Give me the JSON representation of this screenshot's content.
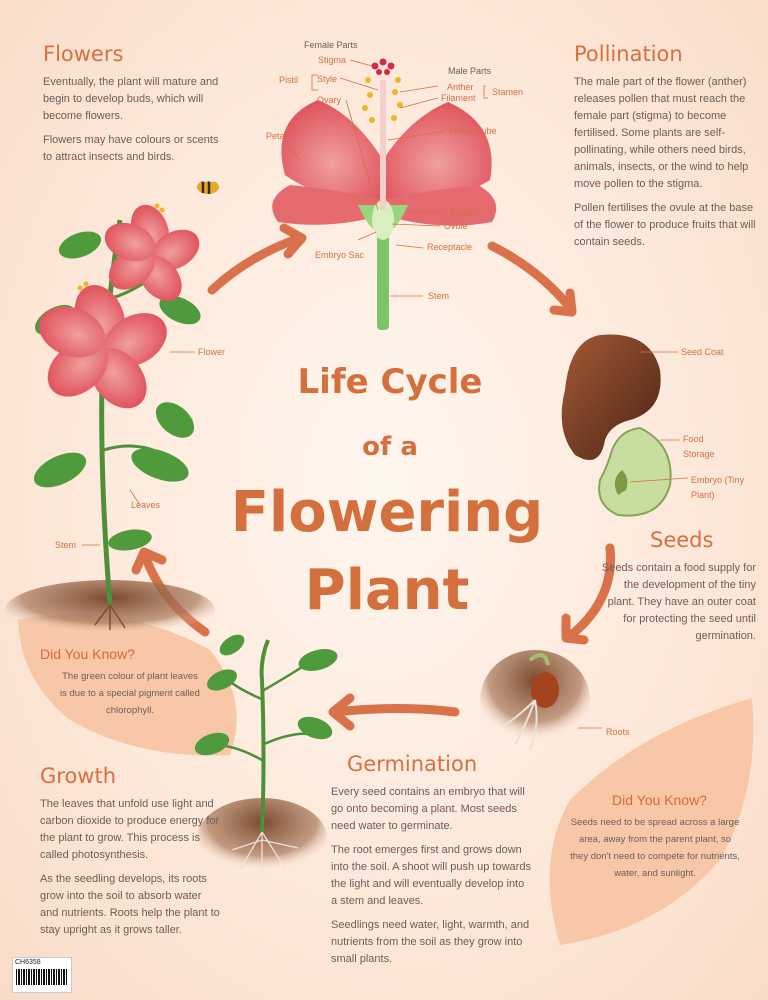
{
  "title": {
    "line1": "Life Cycle",
    "line2": "of a",
    "line3": "Flowering",
    "line4": "Plant"
  },
  "flowers": {
    "heading": "Flowers",
    "p1": "Eventually, the plant will mature and begin to develop buds, which will become flowers.",
    "p2": "Flowers may have colours or scents to attract insects and birds."
  },
  "pollination": {
    "heading": "Pollination",
    "p1": "The male part of the flower (anther) releases pollen that must reach the female part (stigma) to become fertilised. Some plants are self-pollinating, while others need birds, animals, insects, or the wind to help move pollen to the stigma.",
    "p2": "Pollen fertilises the ovule at the base of the flower to produce fruits that will contain seeds."
  },
  "seeds": {
    "heading": "Seeds",
    "p1": "Seeds contain a food supply for the development of the tiny plant. They have an outer coat for protecting the seed until germination."
  },
  "germination": {
    "heading": "Germination",
    "p1": "Every seed contains an embryo that will go onto becoming a plant. Most seeds need water to germinate.",
    "p2": "The root emerges first and grows down into the soil.  A shoot will push up towards the light and will eventually develop into a stem and leaves.",
    "p3": "Seedlings need water, light, warmth, and nutrients from the soil as they grow into small plants."
  },
  "growth": {
    "heading": "Growth",
    "p1": "The leaves that unfold use light and carbon dioxide to produce energy for the plant to grow. This process is called photosynthesis.",
    "p2": "As the seedling develops, its roots grow into the soil to absorb water and nutrients. Roots help the plant to stay upright as it grows taller."
  },
  "dyk_left": {
    "title": "Did You Know?",
    "text": "The green colour of plant leaves is due to a special pigment called chlorophyll."
  },
  "dyk_right": {
    "title": "Did You Know?",
    "text": "Seeds need to be spread across a large area, away from the parent plant, so they don't need to compete for nutrients, water, and sunlight."
  },
  "flower_labels": {
    "female_parts": "Female Parts",
    "stigma": "Stigma",
    "pistil": "Pistil",
    "style": "Style",
    "ovary": "Ovary",
    "male_parts": "Male Parts",
    "anther": "Anther",
    "filament": "Filament",
    "stamen": "Stamen",
    "pollen_tube": "Pollen Tube",
    "petal": "Petal",
    "sepal": "Sepal",
    "ovule": "Ovule",
    "embryo_sac": "Embryo Sac",
    "receptacle": "Receptacle",
    "stem": "Stem"
  },
  "plant_labels": {
    "flower": "Flower",
    "leaves": "Leaves",
    "stem": "Stem"
  },
  "seed_labels": {
    "seed_coat": "Seed Coat",
    "food_storage": "Food Storage",
    "embryo": "Embryo (Tiny Plant)"
  },
  "germ_labels": {
    "roots": "Roots"
  },
  "footer": {
    "code": "CH6358"
  },
  "colors": {
    "accent": "#d86f3e",
    "petal": "#e0545c",
    "leaf": "#4f9a3c",
    "soil": "#8a5a3e",
    "arrow": "#d9714a"
  }
}
